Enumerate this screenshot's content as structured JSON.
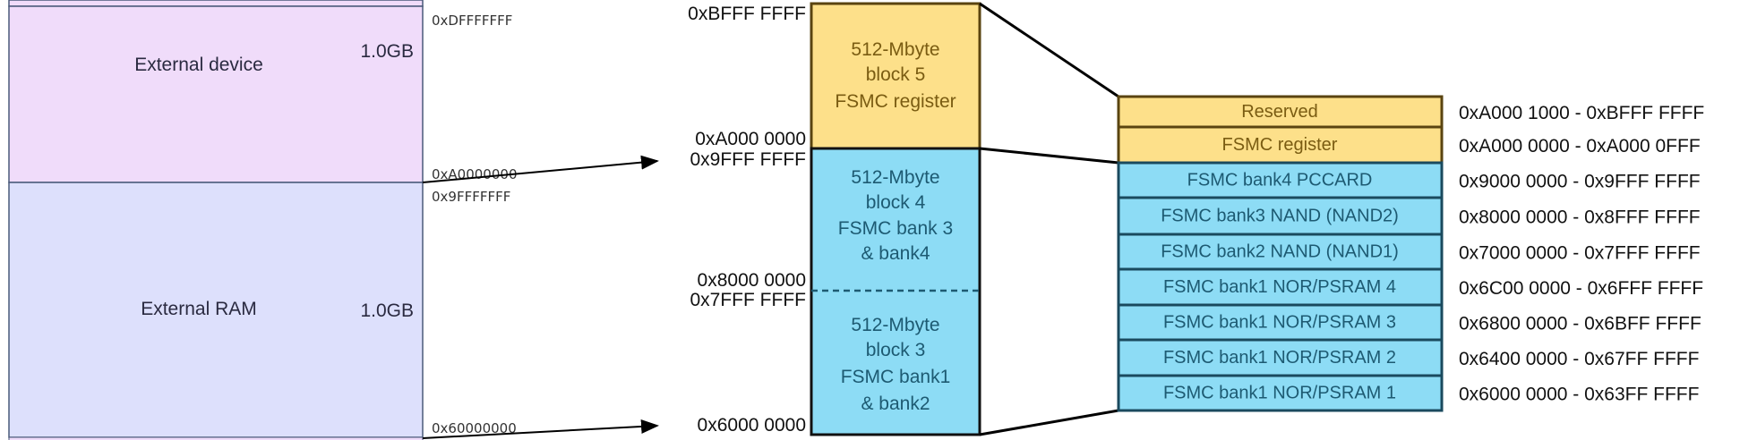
{
  "left_map": {
    "regions": [
      {
        "label": "External device",
        "size": "1.0GB",
        "color": "#f0dcfa"
      },
      {
        "label": "External RAM",
        "size": "1.0GB",
        "color": "#dde0fc"
      }
    ],
    "addresses": [
      "0xDFFFFFFF",
      "0xA0000000",
      "0x9FFFFFFF",
      "0x60000000"
    ]
  },
  "middle_block": {
    "addresses": [
      "0xBFFF FFFF",
      "0xA000 0000",
      "0x9FFF FFFF",
      "0x8000 0000",
      "0x7FFF FFFF",
      "0x6000 0000"
    ],
    "blocks": [
      {
        "lines": [
          "512-Mbyte",
          "block 5",
          "FSMC register"
        ],
        "color": "#fde08a"
      },
      {
        "lines": [
          "512-Mbyte",
          "block 4",
          "FSMC bank 3",
          "& bank4"
        ],
        "color": "#8ddcf5"
      },
      {
        "lines": [
          "512-Mbyte",
          "block 3",
          "FSMC bank1",
          "& bank2"
        ],
        "color": "#8ddcf5"
      }
    ]
  },
  "detail_table": {
    "rows": [
      {
        "label": "Reserved",
        "range": "0xA000 1000 - 0xBFFF FFFF",
        "color": "#fde08a"
      },
      {
        "label": "FSMC register",
        "range": "0xA000 0000 - 0xA000 0FFF",
        "color": "#fde08a"
      },
      {
        "label": "FSMC bank4 PCCARD",
        "range": "0x9000 0000 - 0x9FFF FFFF",
        "color": "#8ddcf5"
      },
      {
        "label": "FSMC bank3 NAND (NAND2)",
        "range": "0x8000 0000 - 0x8FFF FFFF",
        "color": "#8ddcf5"
      },
      {
        "label": "FSMC bank2 NAND (NAND1)",
        "range": "0x7000 0000 - 0x7FFF FFFF",
        "color": "#8ddcf5"
      },
      {
        "label": "FSMC bank1 NOR/PSRAM 4",
        "range": "0x6C00 0000 - 0x6FFF FFFF",
        "color": "#8ddcf5"
      },
      {
        "label": "FSMC bank1 NOR/PSRAM 3",
        "range": "0x6800 0000 - 0x6BFF FFFF",
        "color": "#8ddcf5"
      },
      {
        "label": "FSMC bank1 NOR/PSRAM 2",
        "range": "0x6400 0000 - 0x67FF FFFF",
        "color": "#8ddcf5"
      },
      {
        "label": "FSMC bank1 NOR/PSRAM 1",
        "range": "0x6000 0000 - 0x63FF FFFF",
        "color": "#8ddcf5"
      }
    ]
  }
}
